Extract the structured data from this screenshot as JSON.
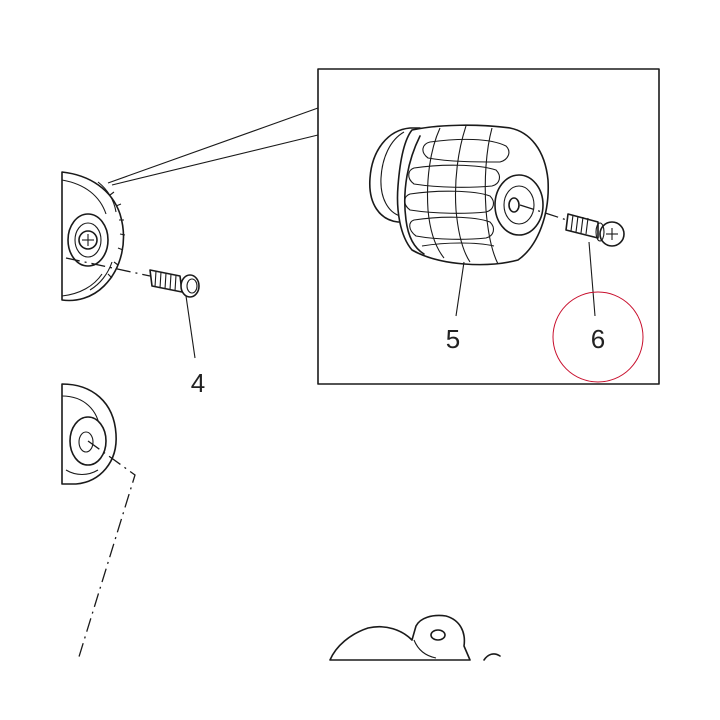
{
  "callouts": {
    "part_4": "4",
    "part_5": "5",
    "part_6": "6"
  },
  "highlight": {
    "target": "6",
    "color": "#c8102e"
  },
  "colors": {
    "line": "#1a1a1a",
    "background": "#ffffff"
  }
}
